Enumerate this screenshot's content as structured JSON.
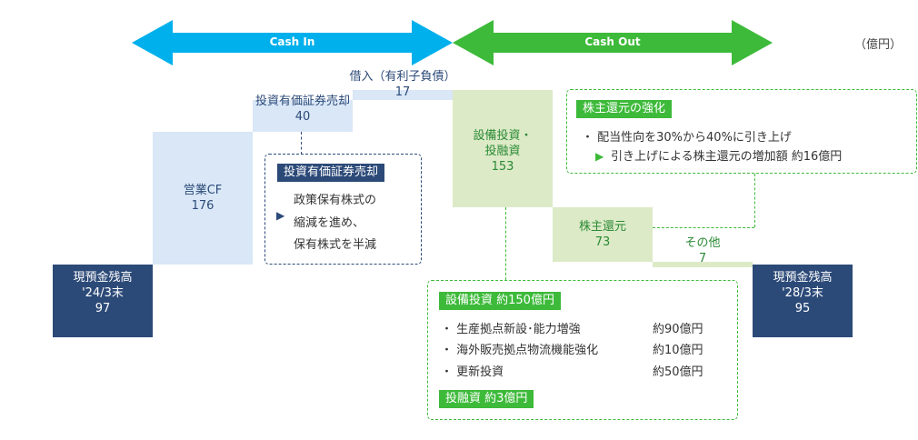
{
  "header": {
    "cash_in_label": "Cash In",
    "cash_out_label": "Cash Out",
    "unit": "（億円）"
  },
  "colors": {
    "cash_in": "#00b0ec",
    "cash_out": "#3dba3a",
    "navy": "#2c4a78",
    "in_bar": "#d9e7f7",
    "out_bar": "#dceac7"
  },
  "chart_data": {
    "type": "waterfall",
    "title": "",
    "unit": "億円",
    "steps": [
      {
        "label": "現預金残高\n'24/3末",
        "value": 97,
        "kind": "total"
      },
      {
        "label": "営業CF",
        "value": 176,
        "kind": "in"
      },
      {
        "label": "投資有価証券売却",
        "value": 40,
        "kind": "in"
      },
      {
        "label": "借入（有利子負債）",
        "value": 17,
        "kind": "in"
      },
      {
        "label": "設備投資・投融資",
        "value": -153,
        "kind": "out"
      },
      {
        "label": "株主還元",
        "value": -73,
        "kind": "out"
      },
      {
        "label": "その他",
        "value": -7,
        "kind": "out"
      },
      {
        "label": "現預金残高\n'28/3末",
        "value": 95,
        "kind": "total"
      }
    ]
  },
  "bars": {
    "start": {
      "line1": "現預金残高",
      "line2": "'24/3末",
      "value": "97"
    },
    "op_cf": {
      "line1": "営業CF",
      "value": "176"
    },
    "securities": {
      "line1": "投資有価証券売却",
      "value": "40"
    },
    "borrowing": {
      "line1": "借入（有利子負債）",
      "value": "17"
    },
    "capex": {
      "line1": "設備投資・",
      "line2": "投融資",
      "value": "153"
    },
    "shareholder": {
      "line1": "株主還元",
      "value": "73"
    },
    "other": {
      "line1": "その他",
      "value": "7"
    },
    "end": {
      "line1": "現預金残高",
      "line2": "'28/3末",
      "value": "95"
    }
  },
  "notes": {
    "securities": {
      "tag": "投資有価証券売却",
      "lines": [
        "政策保有株式の",
        "縮減を進め、",
        "保有株式を半減"
      ]
    },
    "shareholder": {
      "tag": "株主還元の強化",
      "bullet": "・ 配当性向を30%から40%に引き上げ",
      "sub": "引き上げによる株主還元の増加額 約16億円"
    },
    "capex": {
      "tag1": "設備投資 約150億円",
      "items": [
        {
          "name": "・ 生産拠点新設･能力増強",
          "amount": "約90億円"
        },
        {
          "name": "・ 海外販売拠点物流機能強化",
          "amount": "約10億円"
        },
        {
          "name": "・ 更新投資",
          "amount": "約50億円"
        }
      ],
      "tag2": "投融資 約3億円"
    }
  }
}
